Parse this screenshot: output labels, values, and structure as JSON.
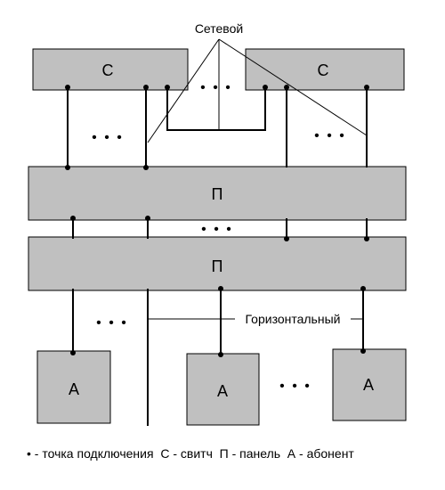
{
  "labels": {
    "network": "Сетевой",
    "horizontal": "Горизонтальный",
    "switch": "С",
    "panel": "П",
    "subscriber": "А",
    "ellipsis": "• • •"
  },
  "legend": {
    "dot": "•",
    "text": " - точка подключения  С - свитч  П - панель  А - абонент"
  },
  "colors": {
    "box_fill": "#c0c0c0",
    "stroke": "#000000",
    "background": "#ffffff"
  }
}
